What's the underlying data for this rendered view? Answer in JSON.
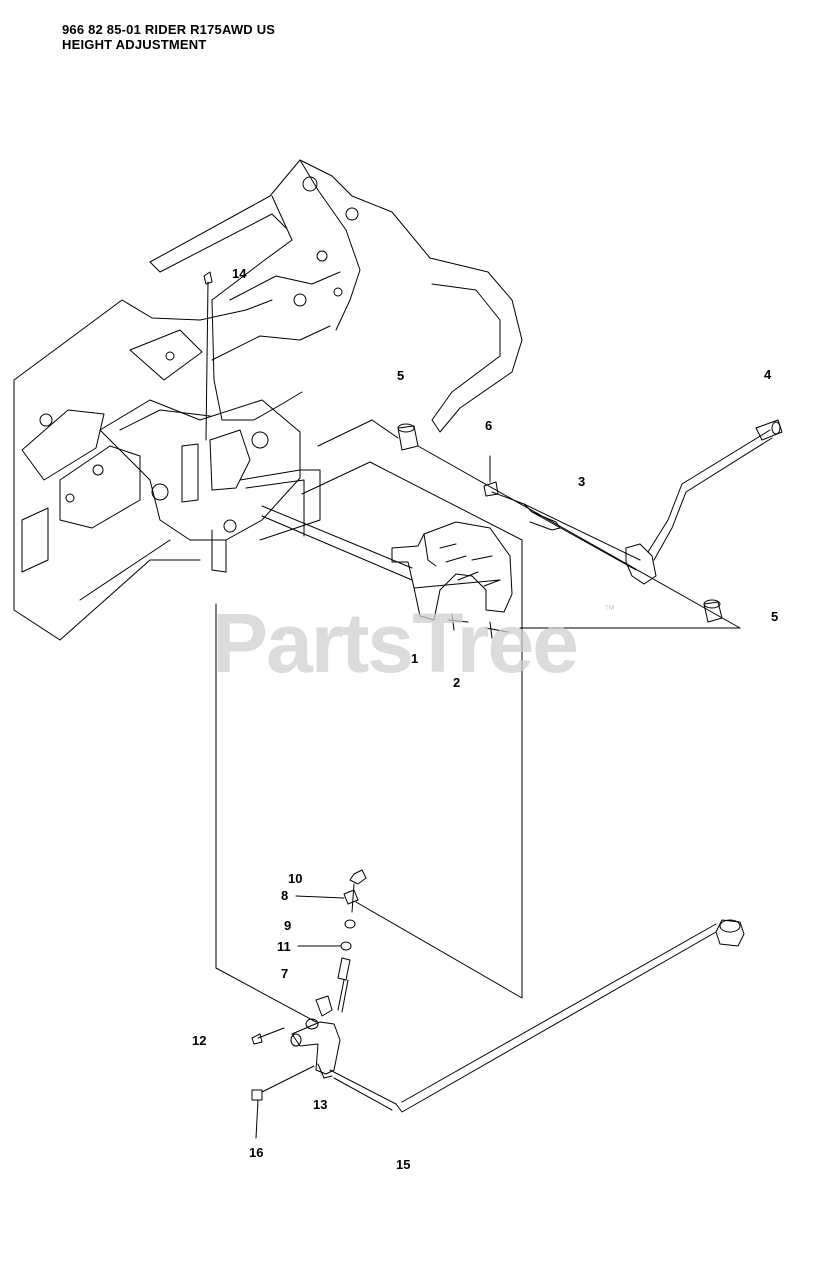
{
  "header": {
    "model_line": "966 82 85-01 RIDER R175AWD US",
    "section_title": "HEIGHT ADJUSTMENT"
  },
  "watermark": {
    "text": "PartsTree",
    "trademark": "™"
  },
  "callouts": [
    "14",
    "5",
    "4",
    "6",
    "3",
    "5",
    "1",
    "2",
    "10",
    "8",
    "9",
    "11",
    "7",
    "12",
    "13",
    "16",
    "15"
  ],
  "colors": {
    "line": "#000000",
    "watermark": "#cfcfcf"
  }
}
